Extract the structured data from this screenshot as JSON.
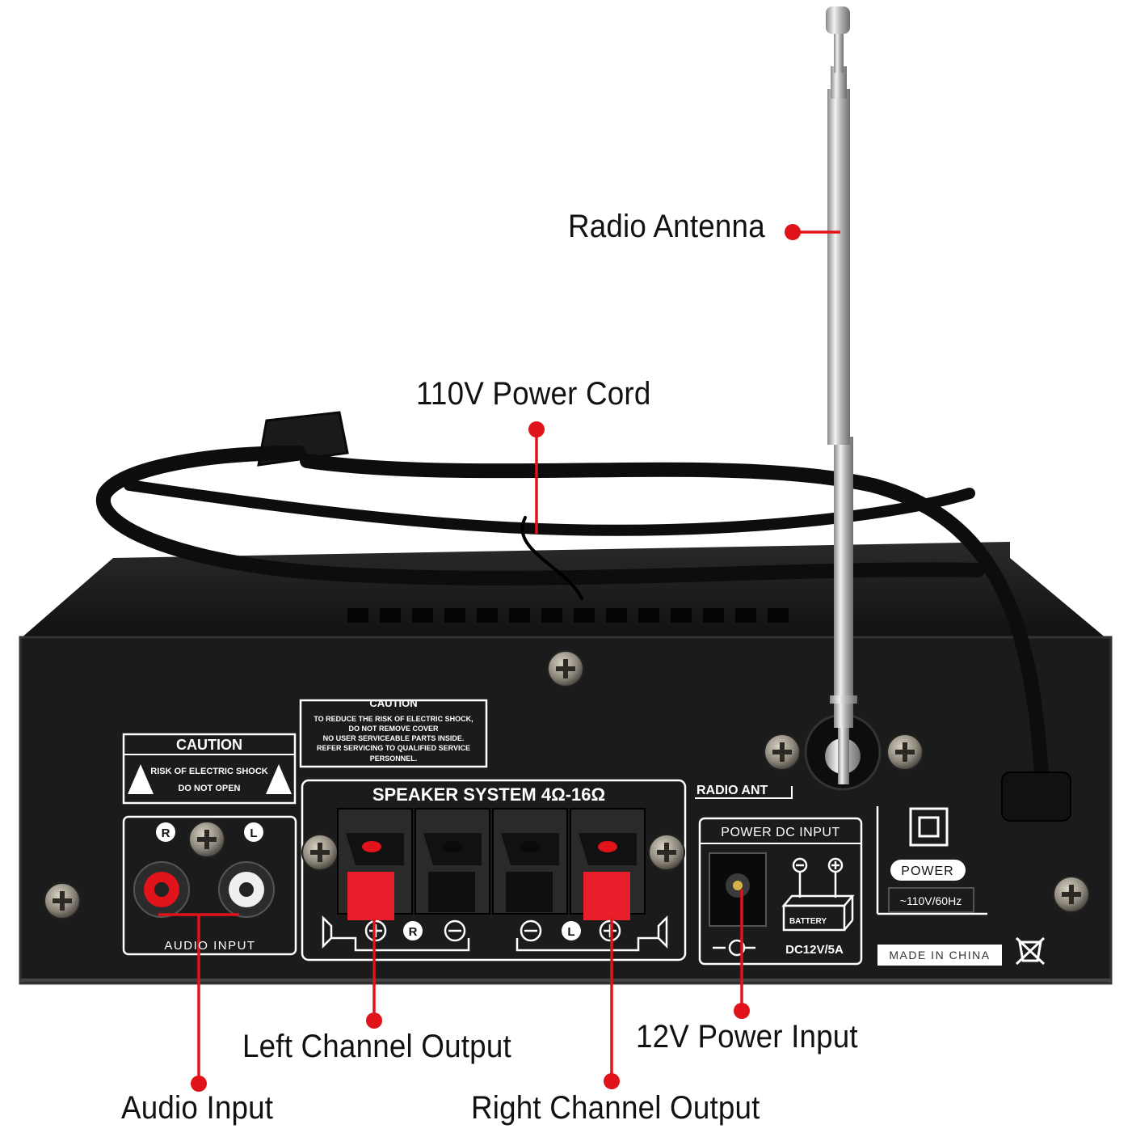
{
  "callouts": {
    "radio_antenna": "Radio Antenna",
    "power_cord": "110V Power Cord",
    "left_channel": "Left Channel Output",
    "twelve_v_input": "12V Power Input",
    "audio_input": "Audio Input",
    "right_channel": "Right Channel Output"
  },
  "panel": {
    "caution_left": {
      "title": "CAUTION",
      "line1": "RISK OF ELECTRIC SHOCK",
      "line2": "DO NOT OPEN"
    },
    "caution_top": {
      "title": "CAUTION",
      "line1": "TO REDUCE THE RISK OF ELECTRIC SHOCK,",
      "line2": "DO NOT REMOVE COVER",
      "line3": "NO USER SERVICEABLE PARTS INSIDE.",
      "line4": "REFER SERVICING TO QUALIFIED SERVICE",
      "line5": "PERSONNEL."
    },
    "speaker_system": "SPEAKER SYSTEM 4Ω-16Ω",
    "radio_ant": "RADIO ANT",
    "power_dc_input": "POWER DC INPUT",
    "battery": "BATTERY",
    "dc_rating": "DC12V/5A",
    "power_label": "POWER",
    "ac_rating": "~110V/60Hz",
    "made_in": "MADE IN CHINA",
    "audio_input_label": "AUDIO INPUT",
    "rca_right": "R",
    "rca_left": "L",
    "spk_r": "R",
    "spk_l": "L"
  },
  "colors": {
    "accent_red": "#e0131b",
    "chassis": "#1a1a1a",
    "panel_text": "#ffffff"
  }
}
